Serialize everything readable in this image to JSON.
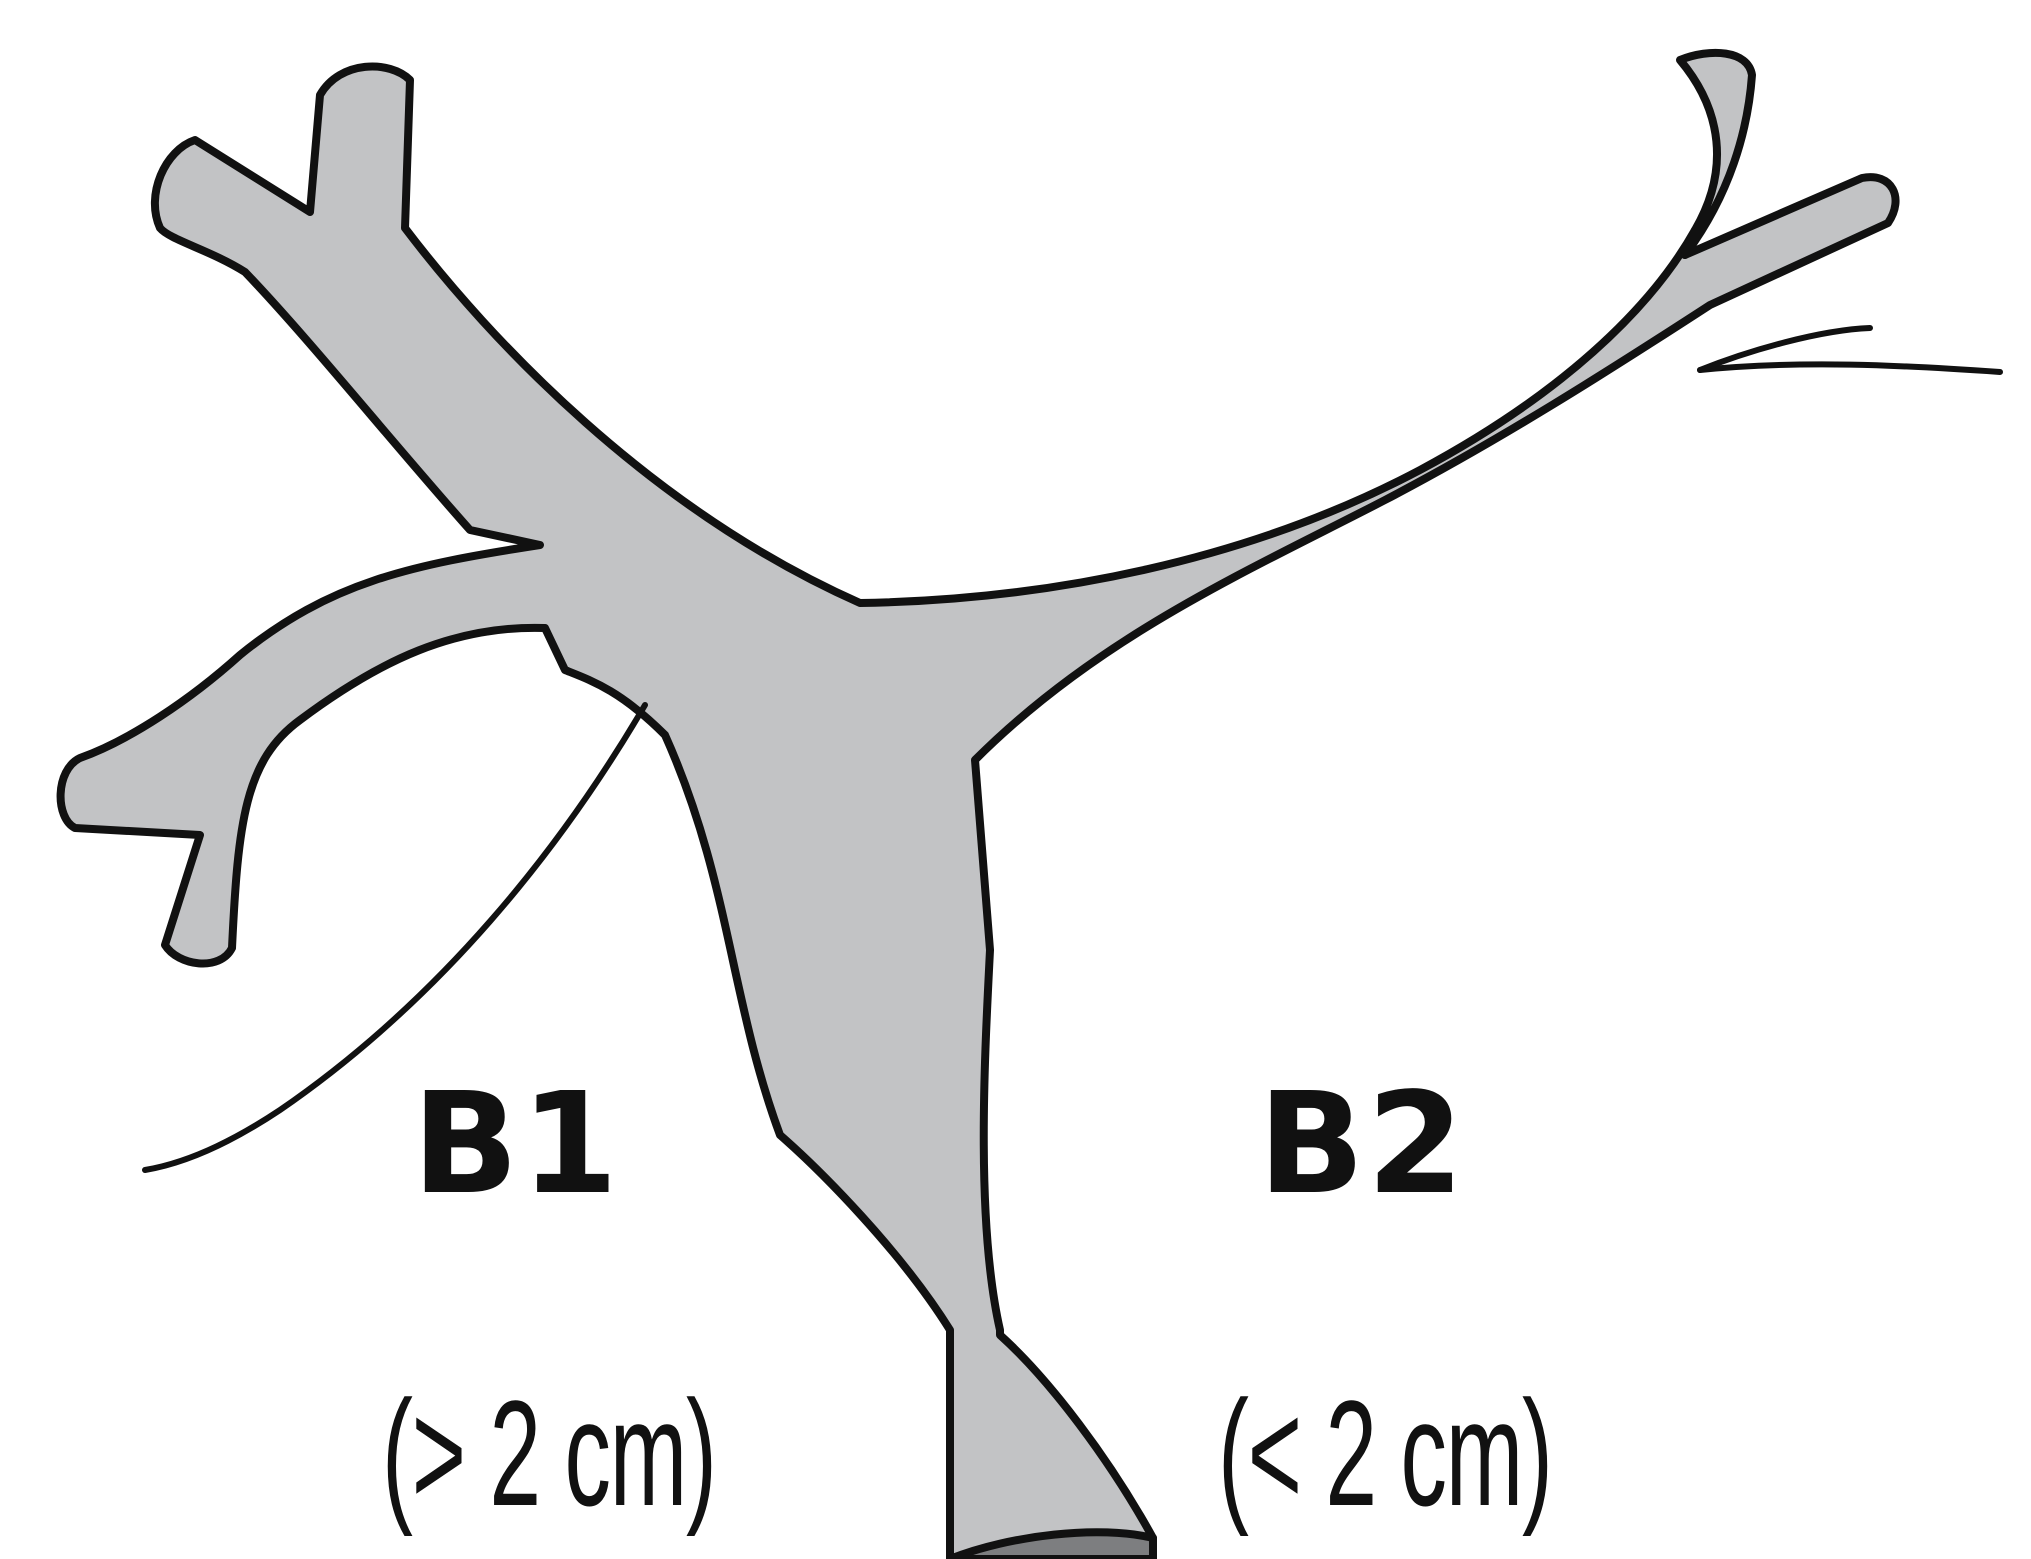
{
  "labels": {
    "b1": "B1",
    "b1_size": "(> 2 cm)",
    "b2": "B2",
    "b2_size": "(< 2 cm)"
  },
  "colors": {
    "duct_fill": "#c2c3c5",
    "duct_stroke": "#111111",
    "stone_fill": "#7d7e80",
    "background": "#ffffff"
  }
}
